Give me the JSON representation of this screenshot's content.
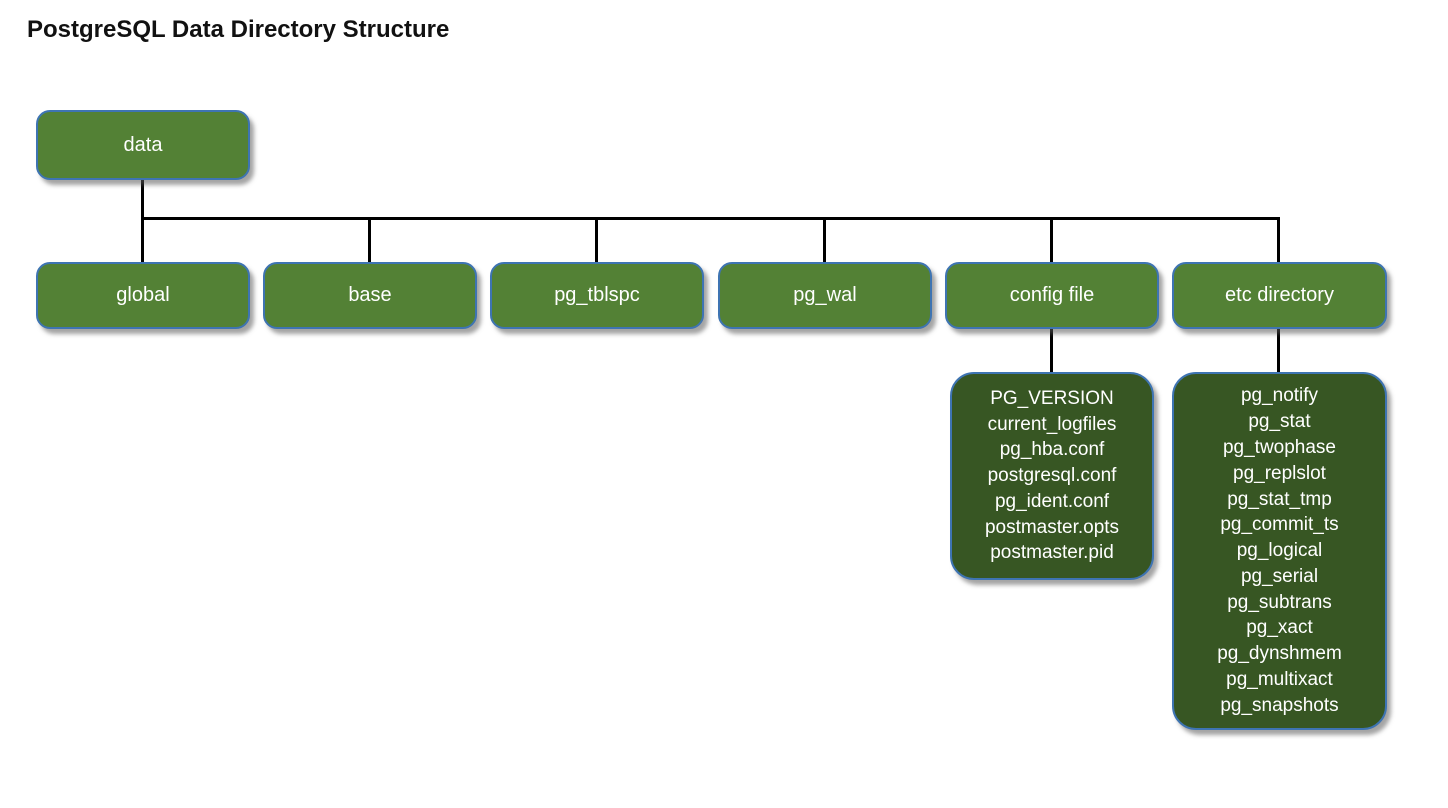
{
  "title": "PostgreSQL Data Directory Structure",
  "colors": {
    "node_fill": "#538135",
    "leaf_fill": "#375623",
    "node_border": "#3E74B2",
    "connector": "#000000",
    "node_text": "#FFFFFF",
    "title_text": "#111111"
  },
  "tree": {
    "root": {
      "label": "data"
    },
    "children": [
      {
        "label": "global"
      },
      {
        "label": "base"
      },
      {
        "label": "pg_tblspc"
      },
      {
        "label": "pg_wal"
      },
      {
        "label": "config file",
        "files": [
          "PG_VERSION",
          "current_logfiles",
          "pg_hba.conf",
          "postgresql.conf",
          "pg_ident.conf",
          "postmaster.opts",
          "postmaster.pid"
        ]
      },
      {
        "label": "etc directory",
        "files": [
          "pg_notify",
          "pg_stat",
          "pg_twophase",
          "pg_replslot",
          "pg_stat_tmp",
          "pg_commit_ts",
          "pg_logical",
          "pg_serial",
          "pg_subtrans",
          "pg_xact",
          "pg_dynshmem",
          "pg_multixact",
          "pg_snapshots"
        ]
      }
    ]
  }
}
